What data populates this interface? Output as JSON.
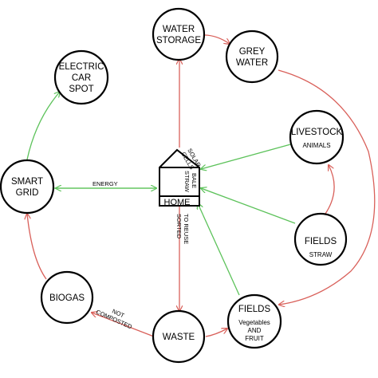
{
  "colors": {
    "red_edge": "#d9605a",
    "green_edge": "#5cc25a",
    "node_stroke": "#000000"
  },
  "nodes": {
    "water_storage": {
      "line1": "WATER",
      "line2": "STORAGE"
    },
    "grey_water": {
      "line1": "GREY",
      "line2": "WATER"
    },
    "electric_car": {
      "line1": "ELECTRIC",
      "line2": "CAR",
      "line3": "SPOT"
    },
    "livestock": {
      "line1": "LIVESTOCK",
      "sub": "ANIMALS"
    },
    "smart_grid": {
      "line1": "SMART",
      "line2": "GRID"
    },
    "fields_straw": {
      "line1": "FIELDS",
      "sub": "STRAW"
    },
    "biogas": {
      "line1": "BIOGAS"
    },
    "waste": {
      "line1": "WASTE"
    },
    "fields_food": {
      "line1": "FIELDS",
      "sub1": "Vegetables",
      "sub2": "AND",
      "sub3": "FRUIT"
    },
    "home": {
      "label": "HOME"
    }
  },
  "edge_labels": {
    "energy": "ENERGY",
    "solar_line1": "SOLAR",
    "solar_line2": "CELLS",
    "straw_line1": "STRAW",
    "straw_line2": "BALE",
    "sorted_line1": "SORTED",
    "sorted_line2": "TO REUSE",
    "not_line1": "NOT",
    "not_line2": "COMPOSTED"
  }
}
